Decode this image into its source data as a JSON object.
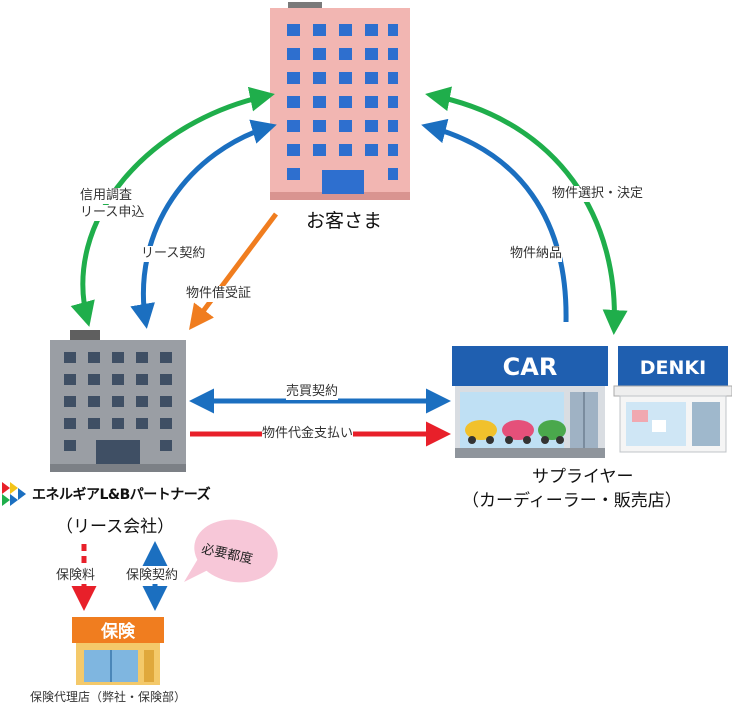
{
  "nodes": {
    "customer": {
      "label": "お客さま"
    },
    "lease_company": {
      "brand": "エネルギアL&Bパートナーズ",
      "label": "（リース会社）"
    },
    "supplier": {
      "label": "サプライヤー",
      "sublabel": "（カーディーラー・販売店）"
    },
    "insurance": {
      "sign": "保険",
      "label": "保険代理店（弊社・保険部）"
    }
  },
  "shops": {
    "car_sign": "CAR",
    "denki_sign": "DENKI"
  },
  "arrows": {
    "credit": {
      "line1": "信用調査",
      "line2": "リース申込",
      "color": "#1fae4b"
    },
    "lease_contract": {
      "label": "リース契約",
      "color": "#1b6fc0"
    },
    "receipt": {
      "label": "物件借受証",
      "color": "#f07d1f"
    },
    "selection": {
      "label": "物件選択・決定",
      "color": "#1fae4b"
    },
    "delivery": {
      "label": "物件納品",
      "color": "#1b6fc0"
    },
    "sales_contract": {
      "label": "売買契約",
      "color": "#1b6fc0"
    },
    "payment": {
      "label": "物件代金支払い",
      "color": "#e8202a"
    },
    "premium": {
      "label": "保険料",
      "color": "#e8202a"
    },
    "insurance_contract": {
      "label": "保険契約",
      "color": "#1b6fc0"
    }
  },
  "callout": {
    "label": "必要都度"
  }
}
